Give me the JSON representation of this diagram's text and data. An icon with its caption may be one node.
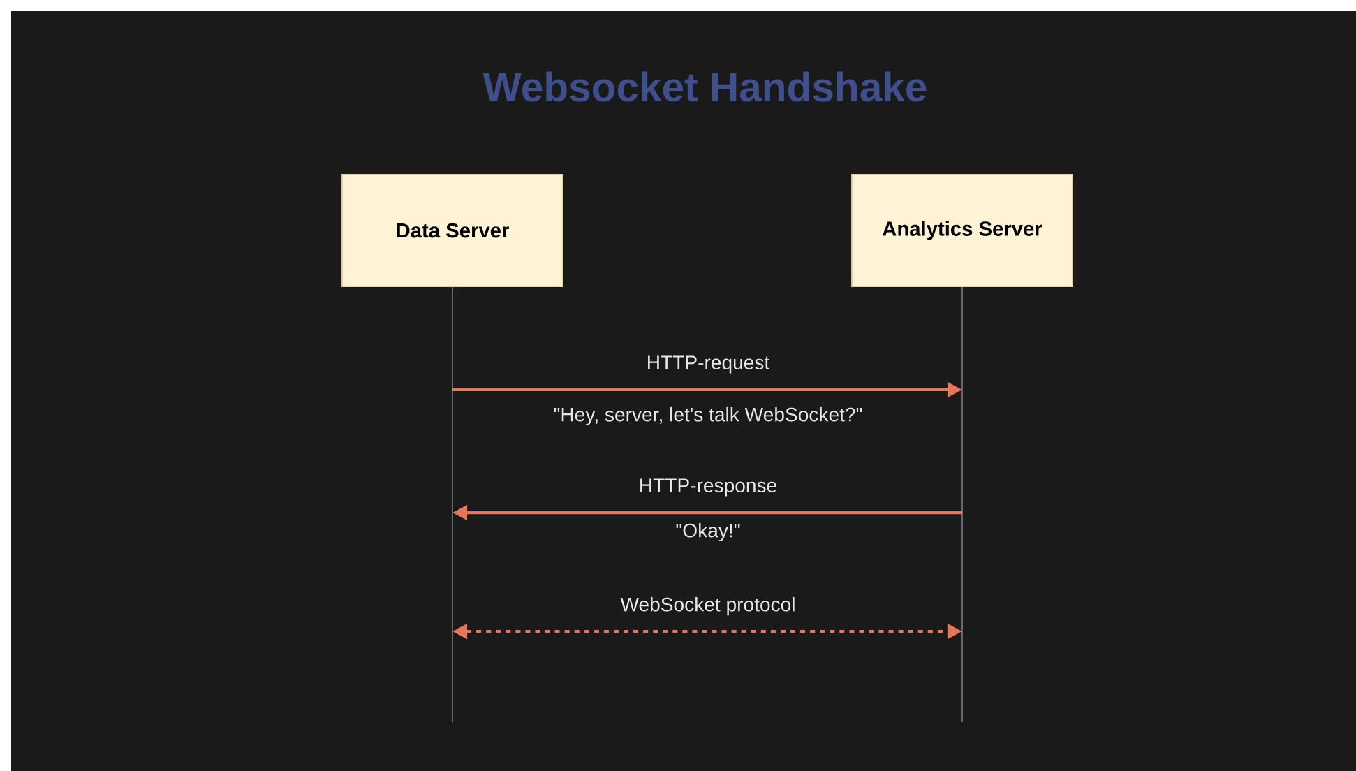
{
  "diagram": {
    "title": "Websocket Handshake",
    "nodes": [
      {
        "text": [
          "Data Server"
        ]
      },
      {
        "text": [
          "Analytics Server"
        ]
      }
    ],
    "edges": [
      {
        "from": 0,
        "to": 1,
        "arrow": "to",
        "label": "HTTP-request"
      },
      {
        "from": 1,
        "to": 0,
        "arrow": "to",
        "label": "HTTP-response"
      },
      {
        "from": 0,
        "to": 1,
        "arrow": "both",
        "label": "WebSocket protocol",
        "style": "dashed"
      }
    ],
    "labels": [
      "\"Hey, server, let's talk WebSocket?\"",
      "\"Okay!\""
    ]
  }
}
